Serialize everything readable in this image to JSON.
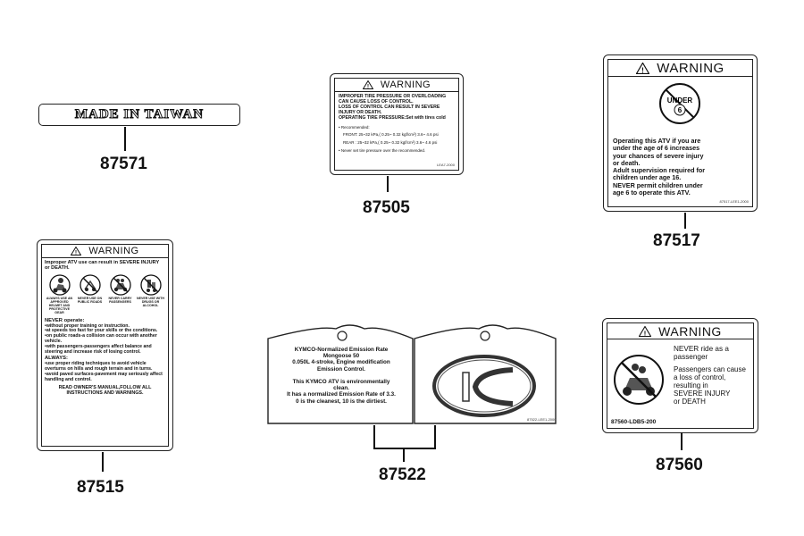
{
  "made_in_taiwan": {
    "label": "MADE IN TAIWAN",
    "part_number": "87571"
  },
  "tire_label": {
    "title": "WARNING",
    "lines": [
      "IMPROPER TIRE PRESSURE OR OVERLOADING",
      "CAN CAUSE LOSS OF CONTROL.",
      "LOSS OF CONTROL CAN RESULT IN SEVERE",
      "INJURY OR DEATH.",
      "OPERATING TIRE PRESSURE:Set with tires cold"
    ],
    "recommended": "• Recommended:",
    "front": "FRONT: 25~32 kPa,( 0.25~ 0.32 kgf/cm²) 3.6~ 4.6 psi",
    "rear": "REAR : 25~32 kPa,( 0.25~ 0.32 kgf/cm²) 3.6~ 4.6 psi",
    "never": "• Never set tire pressure over the recommended.",
    "code": "LEA7-2000",
    "part_number": "87505"
  },
  "under6_label": {
    "title": "WARNING",
    "symbol_text": "UNDER",
    "symbol_number": "6",
    "lines": [
      "Operating this ATV if you are",
      "under the age of 6 increases",
      "your chances of severe injury",
      "or death.",
      "Adult supervision required for",
      "children under age 16.",
      "NEVER permit children under",
      "age 6 to operate this ATV."
    ],
    "code": "87517-LEE1-2000",
    "part_number": "87517"
  },
  "operation_label": {
    "title": "WARNING",
    "intro": "Improper ATV use can result in SEVERE INJURY or DEATH.",
    "icons": [
      "ALWAYS USE AN APPROVED HELMET AND PROTECTIVE GEAR",
      "NEVER USE ON PUBLIC ROADS",
      "NEVER CARRY PASSENGERS",
      "NEVER USE WITH DRUGS OR ALCOHOL"
    ],
    "never_heading": "NEVER operate:",
    "never_items": [
      "•without proper training or instruction.",
      "•at speeds too fast for your skills or the conditions.",
      "•on public roads-a collision can occur with another vehicle.",
      "•with passengers-passengers affect balance and steering and increase risk of losing control."
    ],
    "always_heading": "ALWAYS:",
    "always_items": [
      "•use proper riding techniques to avoid vehicle overturns on hills and rough terrain and in turns.",
      "•avoid paved surfaces-pavement may seriously affect handling and control."
    ],
    "footer": "READ OWNER'S MANUAL,FOLLOW ALL INSTRUCTIONS AND WARNINGS.",
    "part_number": "87515"
  },
  "emission_label": {
    "lines": [
      "KYMCO-Normalized Emission Rate",
      "Mongoose 50",
      "0.050L 4-stroke, Engine modification",
      "Emission Control.",
      "",
      "This KYMCO ATV is environmentally",
      "clean.",
      "It has a normalized Emission Rate of 3.3.",
      "0 is the cleanest, 10 is the dirtiest."
    ],
    "code": "87522-LEE1-2000",
    "part_number": "87522"
  },
  "passenger_label": {
    "title": "WARNING",
    "heading": "NEVER ride as a passenger",
    "lines": [
      "Passengers can cause",
      "a loss of control,",
      "resulting in",
      "SEVERE INJURY",
      "or DEATH"
    ],
    "code": "87560-LDB5-200",
    "part_number": "87560"
  }
}
